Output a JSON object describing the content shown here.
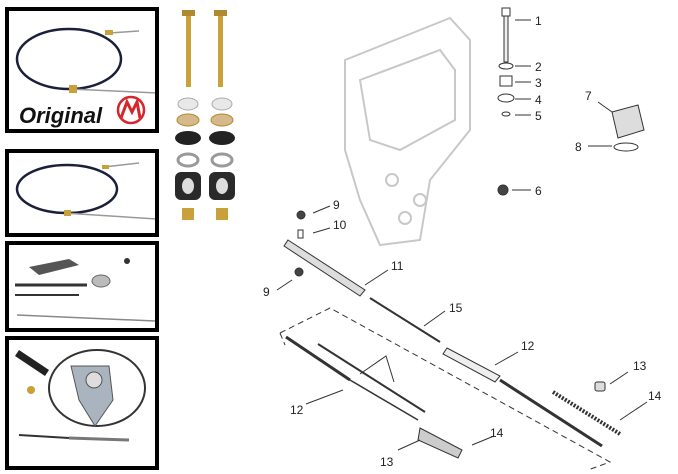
{
  "panels": [
    {
      "name": "original-shift-cable",
      "logo_text": "Original"
    },
    {
      "name": "shift-cable"
    },
    {
      "name": "shift-cable-kit"
    },
    {
      "name": "shift-cable-bellows-kit"
    }
  ],
  "callouts": [
    "1",
    "2",
    "3",
    "4",
    "5",
    "6",
    "7",
    "8",
    "9",
    "10",
    "11",
    "9",
    "15",
    "12",
    "13",
    "14",
    "12",
    "14",
    "13"
  ],
  "colors": {
    "line": "#222222",
    "ghost": "#c8c8c8",
    "brass": "#c9a13b",
    "logo_red": "#d7262b"
  }
}
